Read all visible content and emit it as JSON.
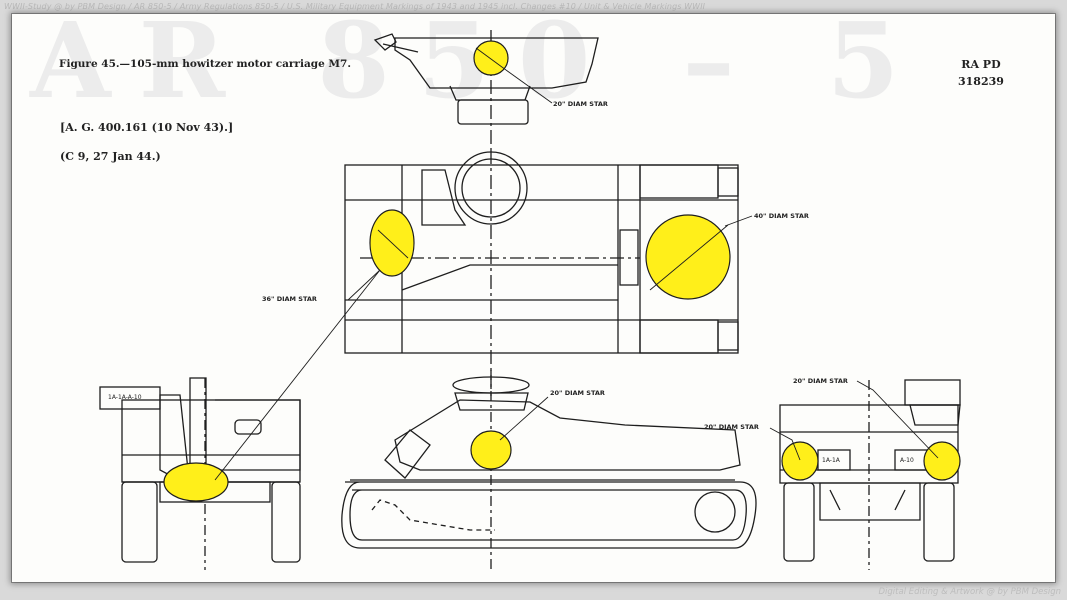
{
  "header_credit": "WWII-Study @ by PBM Design / AR 850-5 / Army Regulations 850-5 / U.S. Military Equipment Markings of 1943 and 1945 incl. Changes #10 / Unit & Vehicle Markings WWII",
  "watermark": "AR 850 – 5",
  "figure_title": "Figure 45.—105-mm howitzer motor carriage M7.",
  "ag_reference": "[A. G. 400.161 (10 Nov 43).]",
  "change_reference": "(C 9, 27 Jan 44.)",
  "ra_pd": "RA PD",
  "ra_number": "318239",
  "labels": {
    "star_top": "20\" DIAM STAR",
    "star_plan_right": "40\" DIAM STAR",
    "star_plan_left": "36\" DIAM STAR",
    "star_side": "20\" DIAM STAR",
    "star_rear_top": "20\" DIAM STAR",
    "star_rear_left": "20\" DIAM STAR"
  },
  "codes": {
    "front_plate": "1A-1A-A-10",
    "rear_left": "1A-1A",
    "rear_right": "A-10"
  },
  "footer_credit": "Digital Editing & Artwork @ by PBM Design",
  "colors": {
    "star_yellow": "#ffef1a",
    "line": "#1e1e1e"
  }
}
